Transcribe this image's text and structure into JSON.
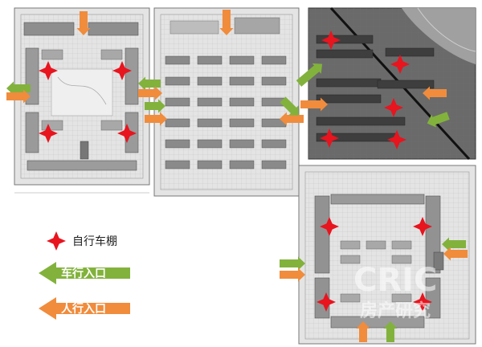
{
  "legend": {
    "bike_shed_label": "自行车棚",
    "vehicle_entrance_label": "车行入口",
    "pedestrian_entrance_label": "人行入口"
  },
  "watermark": {
    "brand": "CRIC",
    "subtitle": "房产研究"
  },
  "colors": {
    "bike_shed_star": "#e8141e",
    "vehicle_arrow": "#82b23c",
    "pedestrian_arrow": "#f08c3c",
    "plan_fill": "#dcdcdc",
    "building_fill": "#8c8c8c",
    "dark_plan_fill": "#555555"
  }
}
